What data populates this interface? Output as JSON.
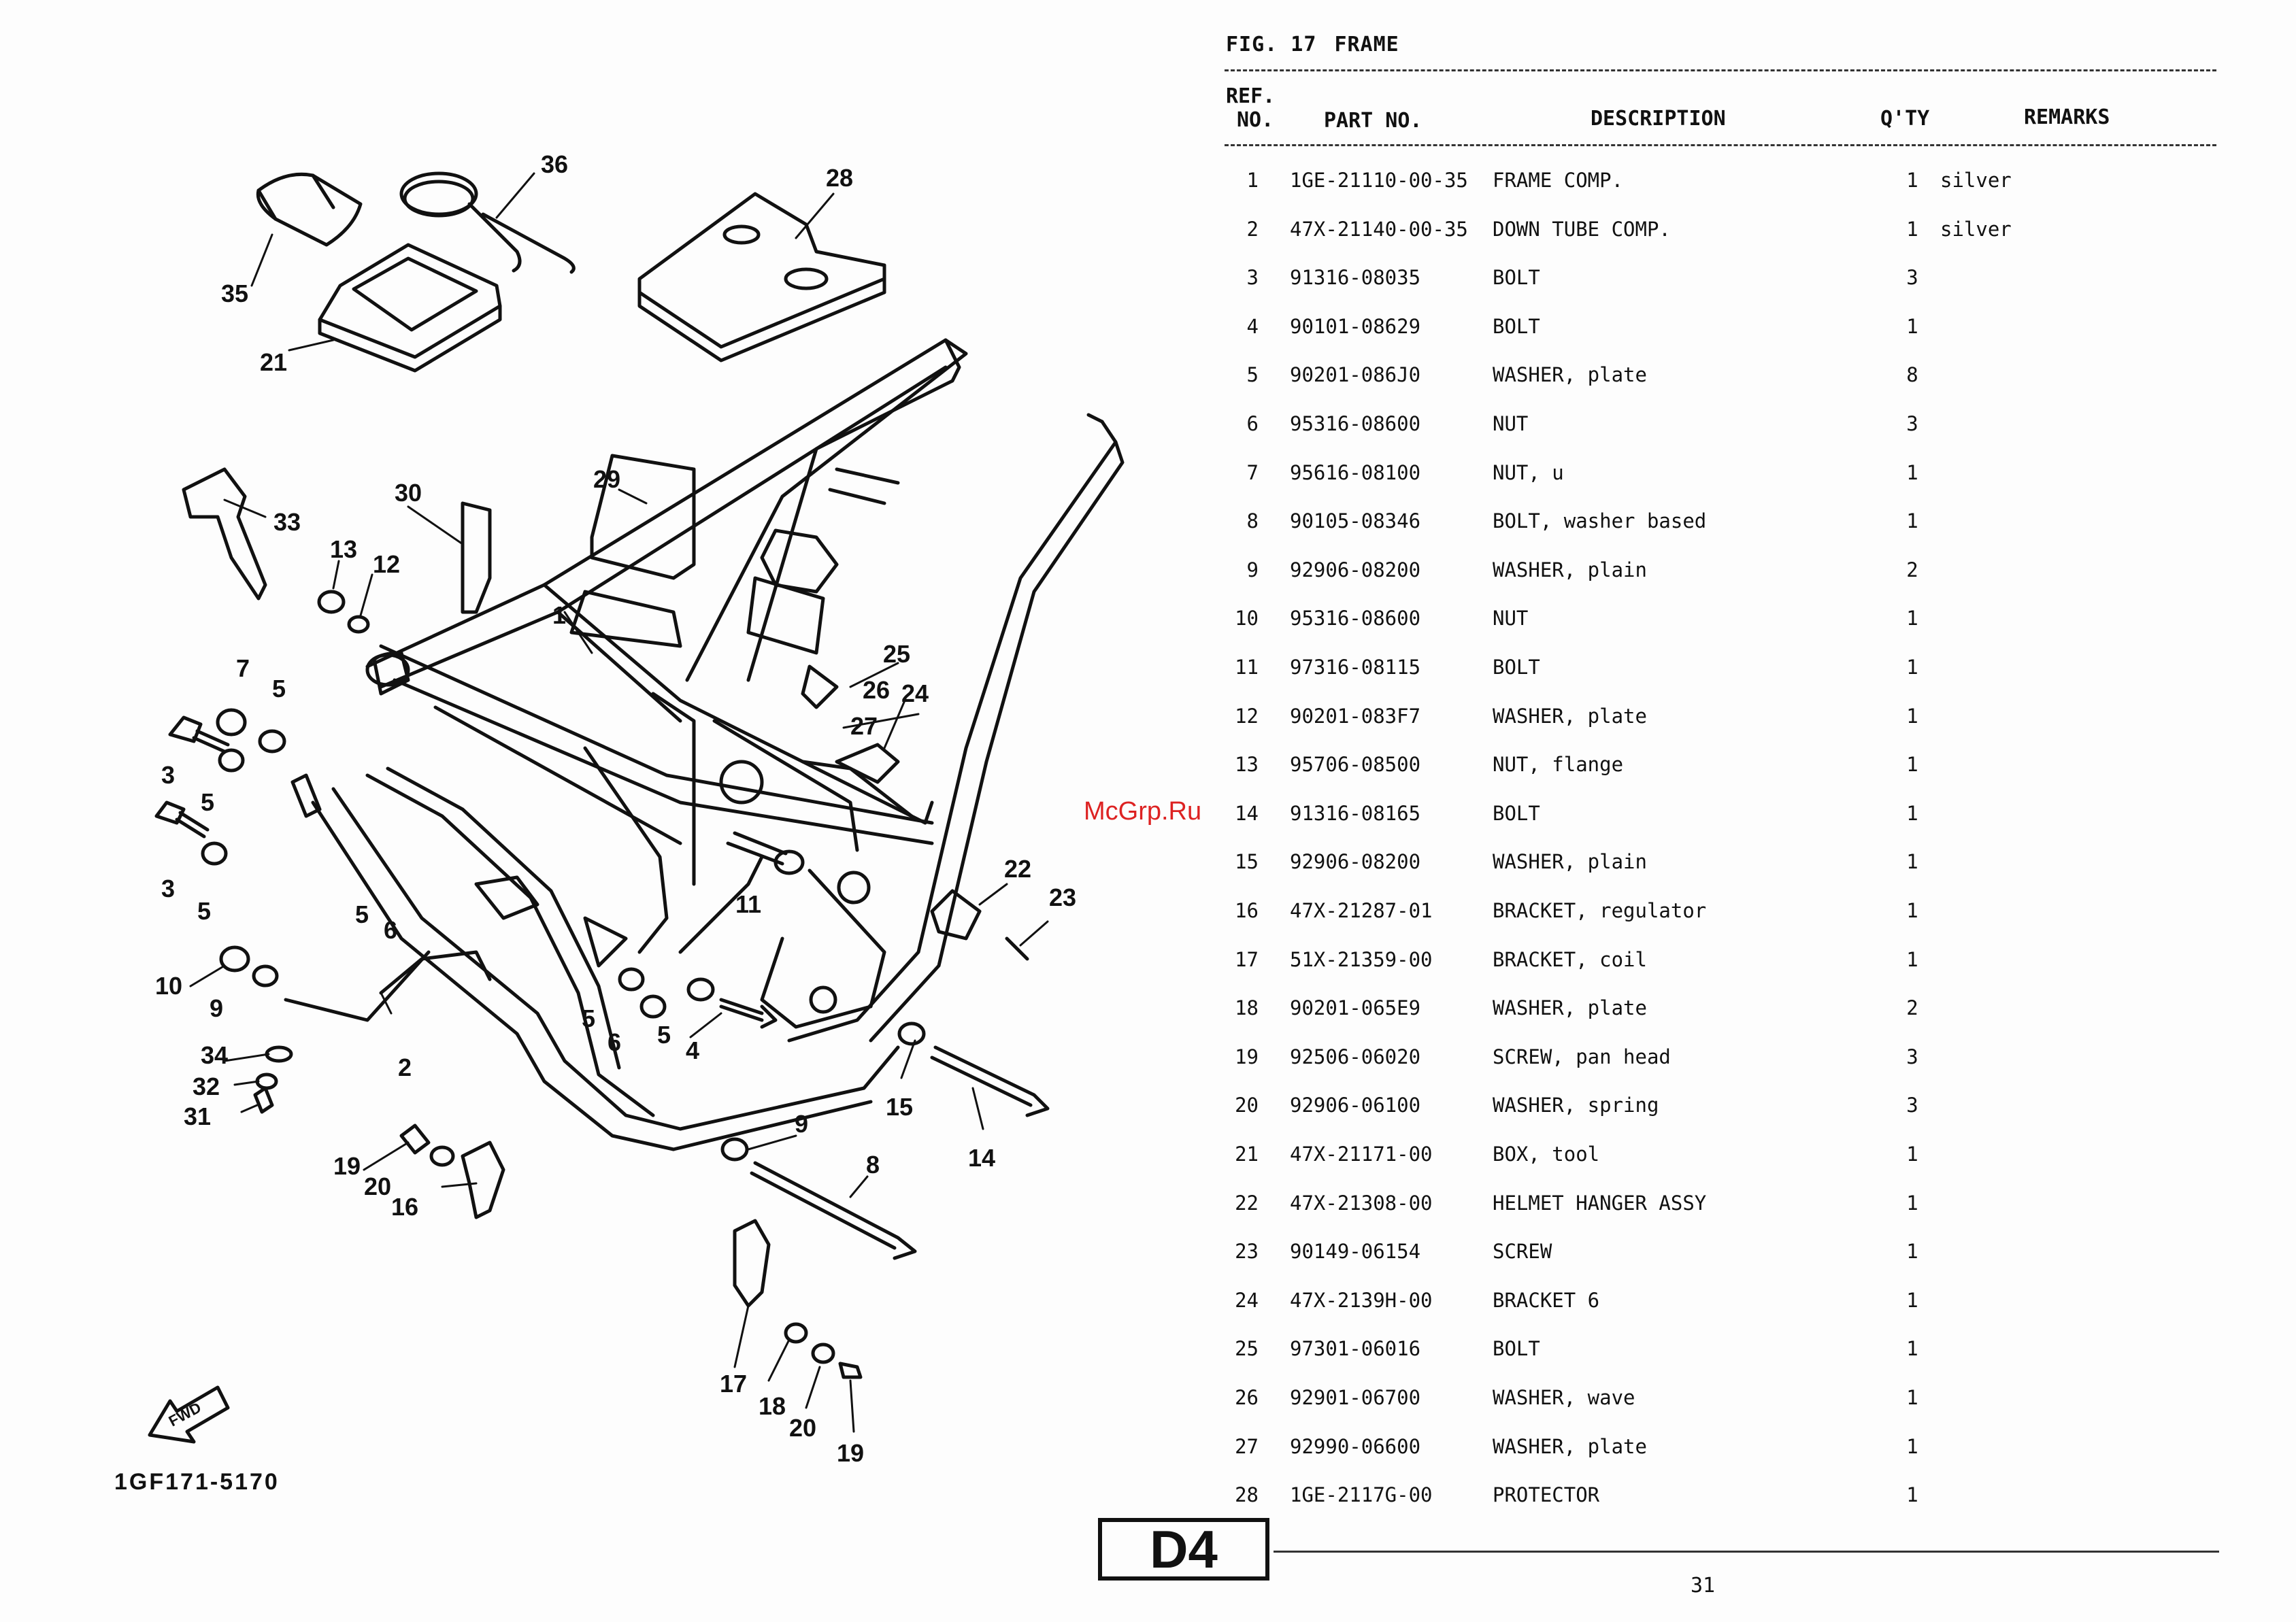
{
  "figure": {
    "fig_label": "FIG. 17",
    "fig_name": "FRAME"
  },
  "columns": {
    "ref_no_line1": "REF.",
    "ref_no_line2": "NO.",
    "part_no": "PART NO.",
    "description": "DESCRIPTION",
    "qty": "Q'TY",
    "remarks": "REMARKS"
  },
  "parts": [
    {
      "ref": "1",
      "part": "1GE-21110-00-35",
      "desc": "FRAME COMP.",
      "qty": "1",
      "remarks": "silver"
    },
    {
      "ref": "2",
      "part": "47X-21140-00-35",
      "desc": "DOWN TUBE COMP.",
      "qty": "1",
      "remarks": "silver"
    },
    {
      "ref": "3",
      "part": "91316-08035",
      "desc": "BOLT",
      "qty": "3",
      "remarks": ""
    },
    {
      "ref": "4",
      "part": "90101-08629",
      "desc": "BOLT",
      "qty": "1",
      "remarks": ""
    },
    {
      "ref": "5",
      "part": "90201-086J0",
      "desc": "WASHER, plate",
      "qty": "8",
      "remarks": ""
    },
    {
      "ref": "6",
      "part": "95316-08600",
      "desc": "NUT",
      "qty": "3",
      "remarks": ""
    },
    {
      "ref": "7",
      "part": "95616-08100",
      "desc": "NUT, u",
      "qty": "1",
      "remarks": ""
    },
    {
      "ref": "8",
      "part": "90105-08346",
      "desc": "BOLT, washer based",
      "qty": "1",
      "remarks": ""
    },
    {
      "ref": "9",
      "part": "92906-08200",
      "desc": "WASHER, plain",
      "qty": "2",
      "remarks": ""
    },
    {
      "ref": "10",
      "part": "95316-08600",
      "desc": "NUT",
      "qty": "1",
      "remarks": ""
    },
    {
      "ref": "11",
      "part": "97316-08115",
      "desc": "BOLT",
      "qty": "1",
      "remarks": ""
    },
    {
      "ref": "12",
      "part": "90201-083F7",
      "desc": "WASHER, plate",
      "qty": "1",
      "remarks": ""
    },
    {
      "ref": "13",
      "part": "95706-08500",
      "desc": "NUT, flange",
      "qty": "1",
      "remarks": ""
    },
    {
      "ref": "14",
      "part": "91316-08165",
      "desc": "BOLT",
      "qty": "1",
      "remarks": ""
    },
    {
      "ref": "15",
      "part": "92906-08200",
      "desc": "WASHER, plain",
      "qty": "1",
      "remarks": ""
    },
    {
      "ref": "16",
      "part": "47X-21287-01",
      "desc": "BRACKET, regulator",
      "qty": "1",
      "remarks": ""
    },
    {
      "ref": "17",
      "part": "51X-21359-00",
      "desc": "BRACKET, coil",
      "qty": "1",
      "remarks": ""
    },
    {
      "ref": "18",
      "part": "90201-065E9",
      "desc": "WASHER, plate",
      "qty": "2",
      "remarks": ""
    },
    {
      "ref": "19",
      "part": "92506-06020",
      "desc": "SCREW, pan head",
      "qty": "3",
      "remarks": ""
    },
    {
      "ref": "20",
      "part": "92906-06100",
      "desc": "WASHER, spring",
      "qty": "3",
      "remarks": ""
    },
    {
      "ref": "21",
      "part": "47X-21171-00",
      "desc": "BOX, tool",
      "qty": "1",
      "remarks": ""
    },
    {
      "ref": "22",
      "part": "47X-21308-00",
      "desc": "HELMET HANGER ASSY",
      "qty": "1",
      "remarks": ""
    },
    {
      "ref": "23",
      "part": "90149-06154",
      "desc": "SCREW",
      "qty": "1",
      "remarks": ""
    },
    {
      "ref": "24",
      "part": "47X-2139H-00",
      "desc": "BRACKET 6",
      "qty": "1",
      "remarks": ""
    },
    {
      "ref": "25",
      "part": "97301-06016",
      "desc": "BOLT",
      "qty": "1",
      "remarks": ""
    },
    {
      "ref": "26",
      "part": "92901-06700",
      "desc": "WASHER, wave",
      "qty": "1",
      "remarks": ""
    },
    {
      "ref": "27",
      "part": "92990-06600",
      "desc": "WASHER, plate",
      "qty": "1",
      "remarks": ""
    },
    {
      "ref": "28",
      "part": "1GE-2117G-00",
      "desc": "PROTECTOR",
      "qty": "1",
      "remarks": ""
    }
  ],
  "callouts": [
    {
      "label": "35"
    },
    {
      "label": "36"
    },
    {
      "label": "28"
    },
    {
      "label": "21"
    },
    {
      "label": "33"
    },
    {
      "label": "30"
    },
    {
      "label": "29"
    },
    {
      "label": "13"
    },
    {
      "label": "12"
    },
    {
      "label": "1"
    },
    {
      "label": "25"
    },
    {
      "label": "26"
    },
    {
      "label": "24"
    },
    {
      "label": "27"
    },
    {
      "label": "7"
    },
    {
      "label": "5"
    },
    {
      "label": "3"
    },
    {
      "label": "5"
    },
    {
      "label": "3"
    },
    {
      "label": "5"
    },
    {
      "label": "22"
    },
    {
      "label": "23"
    },
    {
      "label": "11"
    },
    {
      "label": "5"
    },
    {
      "label": "6"
    },
    {
      "label": "10"
    },
    {
      "label": "9"
    },
    {
      "label": "5"
    },
    {
      "label": "6"
    },
    {
      "label": "5"
    },
    {
      "label": "4"
    },
    {
      "label": "34"
    },
    {
      "label": "2"
    },
    {
      "label": "32"
    },
    {
      "label": "31"
    },
    {
      "label": "15"
    },
    {
      "label": "14"
    },
    {
      "label": "9"
    },
    {
      "label": "19"
    },
    {
      "label": "20"
    },
    {
      "label": "16"
    },
    {
      "label": "8"
    },
    {
      "label": "17"
    },
    {
      "label": "18"
    },
    {
      "label": "20"
    },
    {
      "label": "19"
    }
  ],
  "diagram_code": "1GF171-5170",
  "fwd_label": "FWD",
  "watermark": "McGrp.Ru",
  "section_badge": "D4",
  "page_number": "31"
}
